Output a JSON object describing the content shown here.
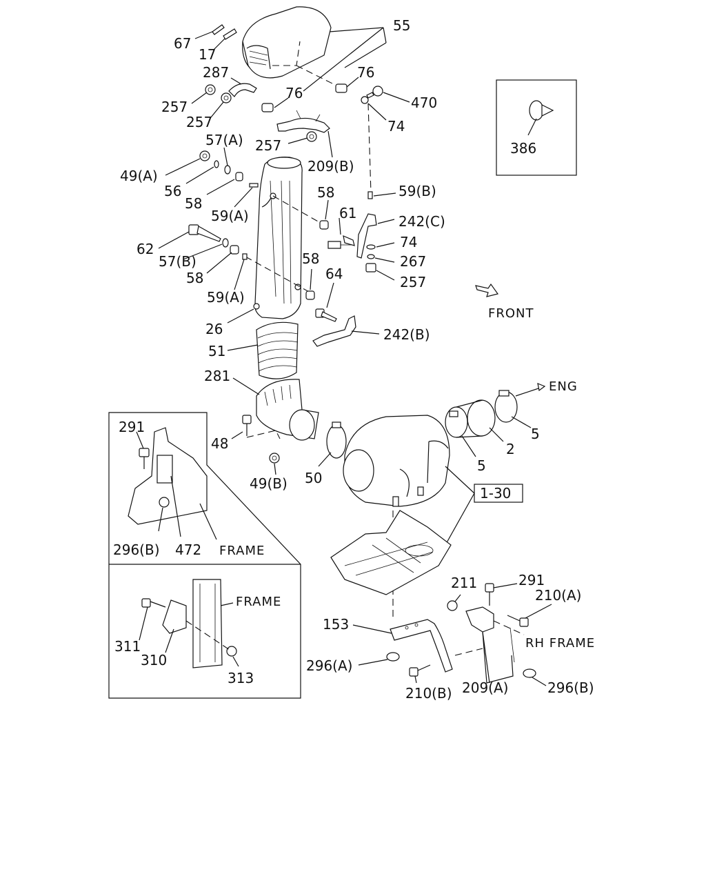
{
  "callouts": {
    "c55": "55",
    "c67": "67",
    "c17": "17",
    "c287": "287",
    "c257a": "257",
    "c257b": "257",
    "c257c": "257",
    "c257d": "257",
    "c76a": "76",
    "c76b": "76",
    "c470": "470",
    "c74a": "74",
    "c74b": "74",
    "c57a": "57(A)",
    "c49a": "49(A)",
    "c56": "56",
    "c58a": "58",
    "c58b": "58",
    "c58c": "58",
    "c58d": "58",
    "c209b": "209(B)",
    "c59a1": "59(A)",
    "c59a2": "59(A)",
    "c59b": "59(B)",
    "c61": "61",
    "c242c": "242(C)",
    "c267": "267",
    "c62": "62",
    "c57b": "57(B)",
    "c64": "64",
    "c26": "26",
    "c51": "51",
    "c242b": "242(B)",
    "c281": "281",
    "c48": "48",
    "c49b": "49(B)",
    "c50": "50",
    "c5a": "5",
    "c5b": "5",
    "c2": "2",
    "c130": "1-30",
    "c386": "386",
    "c291a": "291",
    "c291b": "291",
    "c296b1": "296(B)",
    "c296b2": "296(B)",
    "c296a": "296(A)",
    "c472": "472",
    "c311": "311",
    "c310": "310",
    "c313": "313",
    "c153": "153",
    "c211": "211",
    "c210a": "210(A)",
    "c210b": "210(B)",
    "c209a": "209(A)"
  },
  "text_labels": {
    "front": "FRONT",
    "eng": "ENG",
    "frame1": "FRAME",
    "frame2": "FRAME",
    "rh_frame": "RH FRAME"
  }
}
